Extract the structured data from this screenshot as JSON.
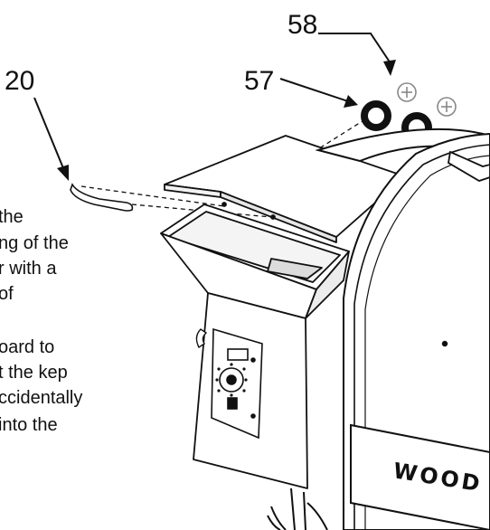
{
  "callouts": {
    "part_58": "58",
    "part_57": "57",
    "part_20": "20"
  },
  "instruction_lines": [
    "the",
    "ng of the",
    "r with a",
    "of",
    "oard to",
    "t the kep",
    "ccidentally",
    "into the"
  ],
  "grill": {
    "brand_label": "WOOD P"
  },
  "icons": {
    "screw": "screw-head-icon",
    "washer": "rubber-washer-icon",
    "handle": "lid-handle-icon"
  },
  "colors": {
    "ink": "#111111",
    "background": "#ffffff",
    "screw_gray": "#888888"
  }
}
